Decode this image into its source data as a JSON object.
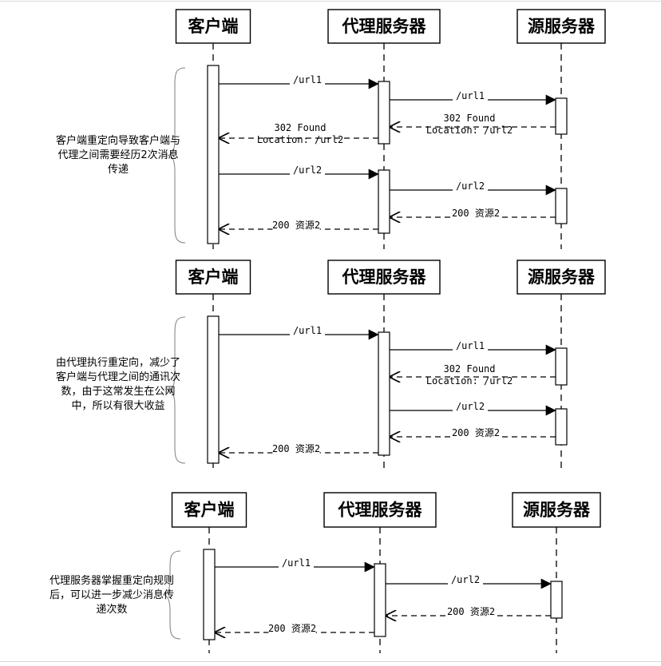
{
  "participants": [
    "客户端",
    "代理服务器",
    "源服务器"
  ],
  "sections": [
    {
      "note": "客户端重定向导致客户端与代理之间需要经历2次消息传递",
      "messages": [
        {
          "from": 0,
          "to": 1,
          "style": "solid",
          "label": "/url1"
        },
        {
          "from": 1,
          "to": 2,
          "style": "solid",
          "label": "/url1"
        },
        {
          "from": 2,
          "to": 1,
          "style": "dashed",
          "label": "302 Found\nLocation: /url2"
        },
        {
          "from": 1,
          "to": 0,
          "style": "dashed",
          "label": "302 Found\nLocation: /url2"
        },
        {
          "from": 0,
          "to": 1,
          "style": "solid",
          "label": "/url2"
        },
        {
          "from": 1,
          "to": 2,
          "style": "solid",
          "label": "/url2"
        },
        {
          "from": 2,
          "to": 1,
          "style": "dashed",
          "label": "200 资源2"
        },
        {
          "from": 1,
          "to": 0,
          "style": "dashed",
          "label": "200 资源2"
        }
      ]
    },
    {
      "note": "由代理执行重定向，减少了客户端与代理之间的通讯次数，由于这常发生在公网中，所以有很大收益",
      "messages": [
        {
          "from": 0,
          "to": 1,
          "style": "solid",
          "label": "/url1"
        },
        {
          "from": 1,
          "to": 2,
          "style": "solid",
          "label": "/url1"
        },
        {
          "from": 2,
          "to": 1,
          "style": "dashed",
          "label": "302 Found\nLocation: /url2"
        },
        {
          "from": 1,
          "to": 2,
          "style": "solid",
          "label": "/url2"
        },
        {
          "from": 2,
          "to": 1,
          "style": "dashed",
          "label": "200 资源2"
        },
        {
          "from": 1,
          "to": 0,
          "style": "dashed",
          "label": "200 资源2"
        }
      ]
    },
    {
      "note": "代理服务器掌握重定向规则后，可以进一步减少消息传递次数",
      "messages": [
        {
          "from": 0,
          "to": 1,
          "style": "solid",
          "label": "/url1"
        },
        {
          "from": 1,
          "to": 2,
          "style": "solid",
          "label": "/url2"
        },
        {
          "from": 2,
          "to": 1,
          "style": "dashed",
          "label": "200 资源2"
        },
        {
          "from": 1,
          "to": 0,
          "style": "dashed",
          "label": "200 资源2"
        }
      ]
    }
  ]
}
